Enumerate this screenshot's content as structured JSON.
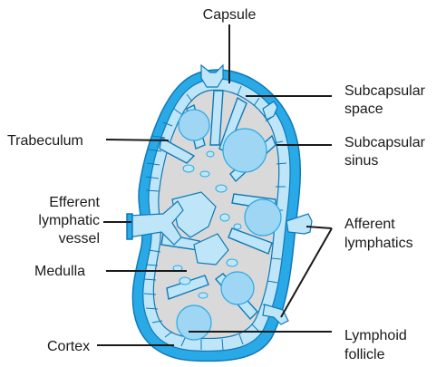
{
  "labels": {
    "capsule": "Capsule",
    "subcapsular_space_1": "Subcapsular",
    "subcapsular_space_2": "space",
    "subcapsular_sinus_1": "Subcapsular",
    "subcapsular_sinus_2": "sinus",
    "trabeculum": "Trabeculum",
    "efferent_1": "Efferent",
    "efferent_2": "lymphatic",
    "efferent_3": "vessel",
    "afferent_1": "Afferent",
    "afferent_2": "lymphatics",
    "medulla": "Medulla",
    "cortex": "Cortex",
    "lymphoid_1": "Lymphoid",
    "lymphoid_2": "follicle"
  },
  "colors": {
    "capsule_wall": "#29a9e6",
    "capsule_outline": "#0f79b8",
    "sinus_fill": "#bfe6f8",
    "node_interior": "#d9d9d9",
    "follicle": "#9fd6f3",
    "label_text": "#1a1a1a"
  }
}
